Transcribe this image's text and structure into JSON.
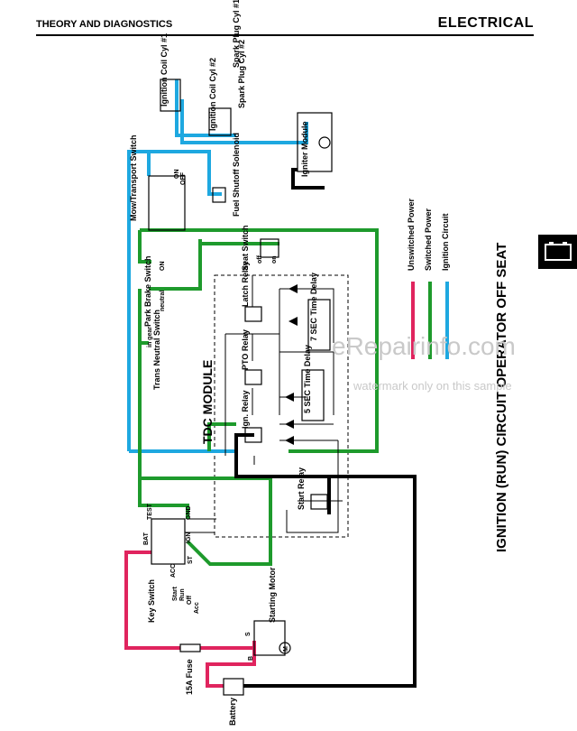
{
  "header": {
    "left": "THEORY AND DIAGNOSTICS",
    "right": "ELECTRICAL"
  },
  "title": "IGNITION (RUN) CIRCUIT OPERATOR OFF SEAT",
  "legend": [
    {
      "label": "Unswitched Power",
      "color": "#e0245e"
    },
    {
      "label": "Switched Power",
      "color": "#1e9a2c"
    },
    {
      "label": "Ignition Circuit",
      "color": "#1ea8e0"
    }
  ],
  "components": {
    "ignition_coil_1": "Ignition Coil Cyl #1",
    "spark_plug_1": "Spark Plug Cyl #1",
    "ignition_coil_2": "Ignition Coil Cyl #2",
    "spark_plug_2": "Spark Plug Cyl #2",
    "igniter_module": "Igniter Module",
    "mow_transport_switch": "Mow/Transport Switch",
    "fuel_shutoff_solenoid": "Fuel Shutoff Solenoid",
    "seat_switch": "Seat Switch",
    "park_brake_switch": "Park Brake Switch",
    "trans_neutral_switch": "Trans Neutral Switch",
    "tdc_module": "TDC MODULE",
    "latch_relay": "Latch Relay",
    "pto_relay": "PTO Relay",
    "ign_relay": "Ign. Relay",
    "seven_sec_delay": "7 SEC Time Delay",
    "five_sec_delay": "5 SEC Time Delay",
    "start_relay": "Start Relay",
    "key_switch": "Key Switch",
    "starting_motor": "Starting Motor",
    "fuse": "15A Fuse",
    "battery": "Battery"
  },
  "terminal_labels": {
    "on": "ON",
    "off": "OFF",
    "on_small": "on",
    "off_small": "off",
    "neutral": "neutral",
    "in_gear": "in gear",
    "bat": "BAT",
    "test": "TEST",
    "gnd": "GND",
    "ign": "IGN",
    "acc": "ACC",
    "st": "ST",
    "start": "Start",
    "run": "Run",
    "off_key": "Off",
    "acc_key": "Acc",
    "s": "S",
    "b": "B",
    "m": "M"
  },
  "watermark": {
    "main": "eRepairinfo.com",
    "sub": "watermark only on this sample"
  },
  "icons": {
    "battery_tab": "battery-icon"
  }
}
